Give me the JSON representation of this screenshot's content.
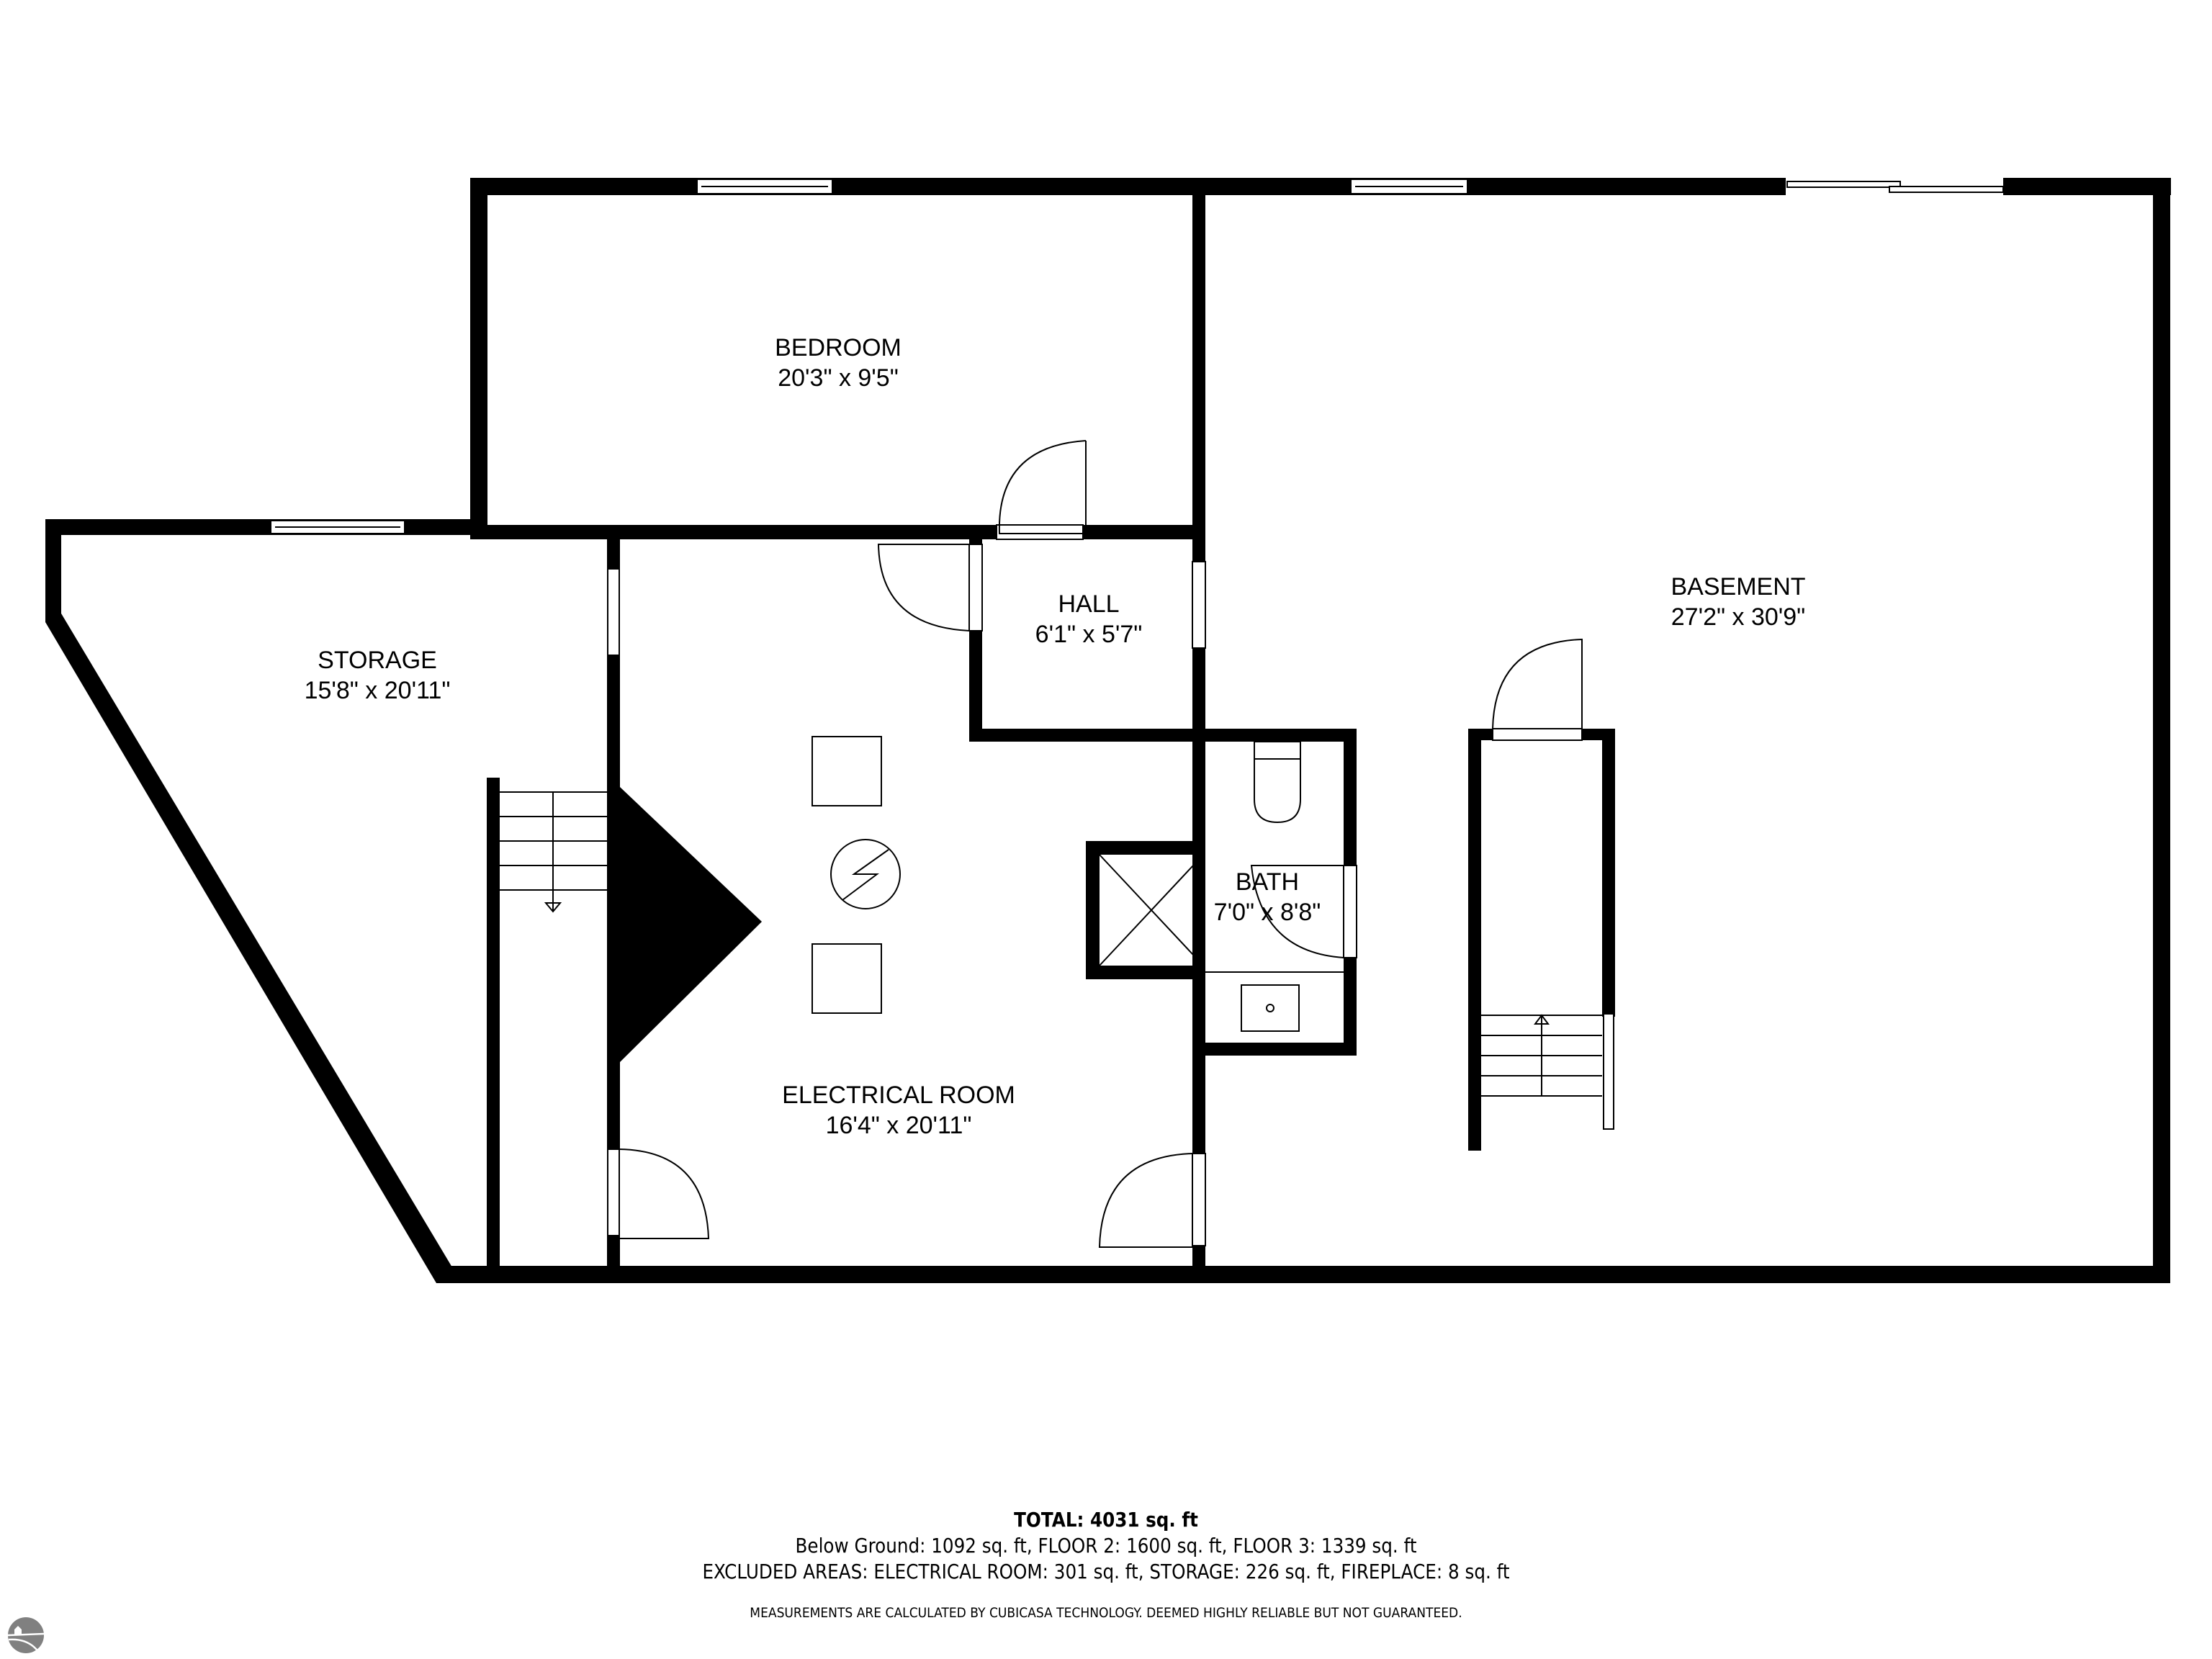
{
  "floor_plan": {
    "rooms": [
      {
        "id": "bedroom",
        "name": "BEDROOM",
        "dimensions": "20'3\" x 9'5\""
      },
      {
        "id": "storage",
        "name": "STORAGE",
        "dimensions": "15'8\" x 20'11\""
      },
      {
        "id": "hall",
        "name": "HALL",
        "dimensions": "6'1\" x 5'7\""
      },
      {
        "id": "basement",
        "name": "BASEMENT",
        "dimensions": "27'2\" x 30'9\""
      },
      {
        "id": "bath",
        "name": "BATH",
        "dimensions": "7'0\" x 8'8\""
      },
      {
        "id": "electrical",
        "name": "ELECTRICAL ROOM",
        "dimensions": "16'4\" x 20'11\""
      }
    ],
    "fixtures": [
      "fireplace",
      "stairs-down",
      "stairs-up",
      "toilet",
      "shower",
      "sink",
      "electrical-panel",
      "utility-box",
      "utility-box"
    ],
    "colors": {
      "wall": "#000000",
      "background": "#ffffff",
      "logo": "#808080"
    }
  },
  "footer": {
    "total": "TOTAL: 4031 sq. ft",
    "floors": "Below Ground: 1092 sq. ft, FLOOR 2: 1600 sq. ft, FLOOR 3: 1339 sq. ft",
    "excluded": "EXCLUDED AREAS: ELECTRICAL ROOM: 301 sq. ft, STORAGE: 226 sq. ft, FIREPLACE: 8 sq. ft",
    "disclaimer": "MEASUREMENTS ARE CALCULATED BY CUBICASA TECHNOLOGY. DEEMED HIGHLY RELIABLE BUT NOT GUARANTEED."
  },
  "logo": {
    "icon": "house-landscape-logo-icon"
  }
}
